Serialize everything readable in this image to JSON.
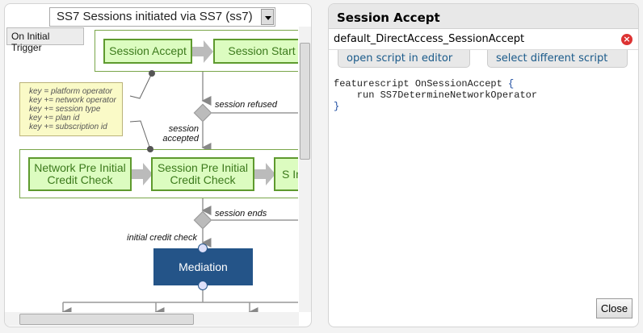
{
  "diagram": {
    "selector": "SS7 Sessions initiated via SS7 (ss7)",
    "trigger_button": "On Initial Trigger",
    "nodes": {
      "session_accept": "Session Accept",
      "session_start": "Session Start",
      "network_pre": "Network Pre Initial Credit Check",
      "session_pre": "Session Pre Initial Credit Check",
      "third": "S Initi",
      "mediation": "Mediation"
    },
    "note_lines": [
      "key = platform operator",
      "key += network operator",
      "key += session type",
      "key += plan id",
      "key += subscription id"
    ],
    "labels": {
      "refused": "session refused",
      "accepted": "session accepted",
      "ends": "session ends",
      "credit": "initial credit check"
    }
  },
  "panel": {
    "title": "Session Accept",
    "script_name": "default_DirectAccess_SessionAccept",
    "open_editor": "open script in editor",
    "select_script": "select different script",
    "code": {
      "l1": "featurescript OnSessionAccept ",
      "l2": "    run SS7DetermineNetworkOperator",
      "open_brace": "{",
      "close_brace": "}"
    },
    "close": "Close"
  },
  "colors": {
    "node_fill": "#dcfcc0",
    "node_border": "#5e9a2e",
    "mediation": "#245488",
    "note": "#fafac7"
  }
}
